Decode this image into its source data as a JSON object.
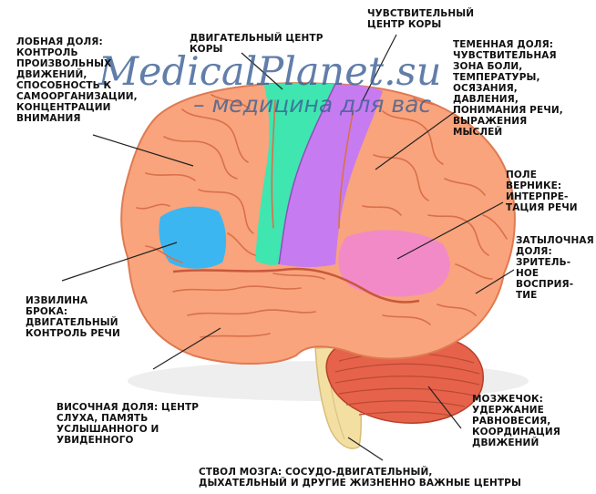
{
  "watermark": {
    "site": "MedicalPlanet.su",
    "tagline": "– медицина для вас"
  },
  "labels": {
    "frontal": "ЛОБНАЯ ДОЛЯ:\nКОНТРОЛЬ\nПРОИЗВОЛЬНЫХ\nДВИЖЕНИЙ,\nСПОСОБНОСТЬ К\nСАМООРГАНИЗАЦИИ,\nКОНЦЕНТРАЦИИ\nВНИМАНИЯ",
    "motor": "ДВИГАТЕЛЬНЫЙ ЦЕНТР\nКОРЫ",
    "sensory": "ЧУВСТВИТЕЛЬНЫЙ\nЦЕНТР КОРЫ",
    "parietal": "ТЕМЕННАЯ ДОЛЯ:\nЧУВСТВИТЕЛЬНАЯ\nЗОНА БОЛИ,\nТЕМПЕРАТУРЫ,\nОСЯЗАНИЯ,\nДАВЛЕНИЯ,\nПОНИМАНИЯ РЕЧИ,\nВЫРАЖЕНИЯ\nМЫСЛЕЙ",
    "wernicke": "ПОЛЕ\nВЕРНИКЕ:\nИНТЕРПРЕ-\nТАЦИЯ РЕЧИ",
    "occipital": "ЗАТЫЛОЧНАЯ\nДОЛЯ:\nЗРИТЕЛЬ-\nНОЕ\nВОСПРИЯ-\nТИЕ",
    "broca": "ИЗВИЛИНА\nБРОКА:\nДВИГАТЕЛЬНЫЙ\nКОНТРОЛЬ РЕЧИ",
    "temporal": "ВИСОЧНАЯ ДОЛЯ: ЦЕНТР\nСЛУХА, ПАМЯТЬ\nУСЛЫШАННОГО И\nУВИДЕННОГО",
    "cerebellum": "МОЗЖЕЧОК:\nУДЕРЖАНИЕ\nРАВНОВЕСИЯ,\nКООРДИНАЦИЯ\nДВИЖЕНИЙ",
    "brainstem": "СТВОЛ МОЗГА: СОСУДО-ДВИГАТЕЛЬНЫЙ,\nДЫХАТЕЛЬНЫЙ И ДРУГИЕ ЖИЗНЕННО ВАЖНЫЕ ЦЕНТРЫ"
  },
  "colors": {
    "cortex": "#f9a47c",
    "cortex_dark": "#e0704c",
    "motor": "#3fe6b0",
    "sensory": "#c77bf0",
    "broca": "#3bb6f0",
    "wernicke": "#f28ac8",
    "cerebellum": "#e7624a",
    "brainstem": "#f3dfa2",
    "text": "#111111",
    "leader": "#222222",
    "watermark": "#3a5f96"
  }
}
